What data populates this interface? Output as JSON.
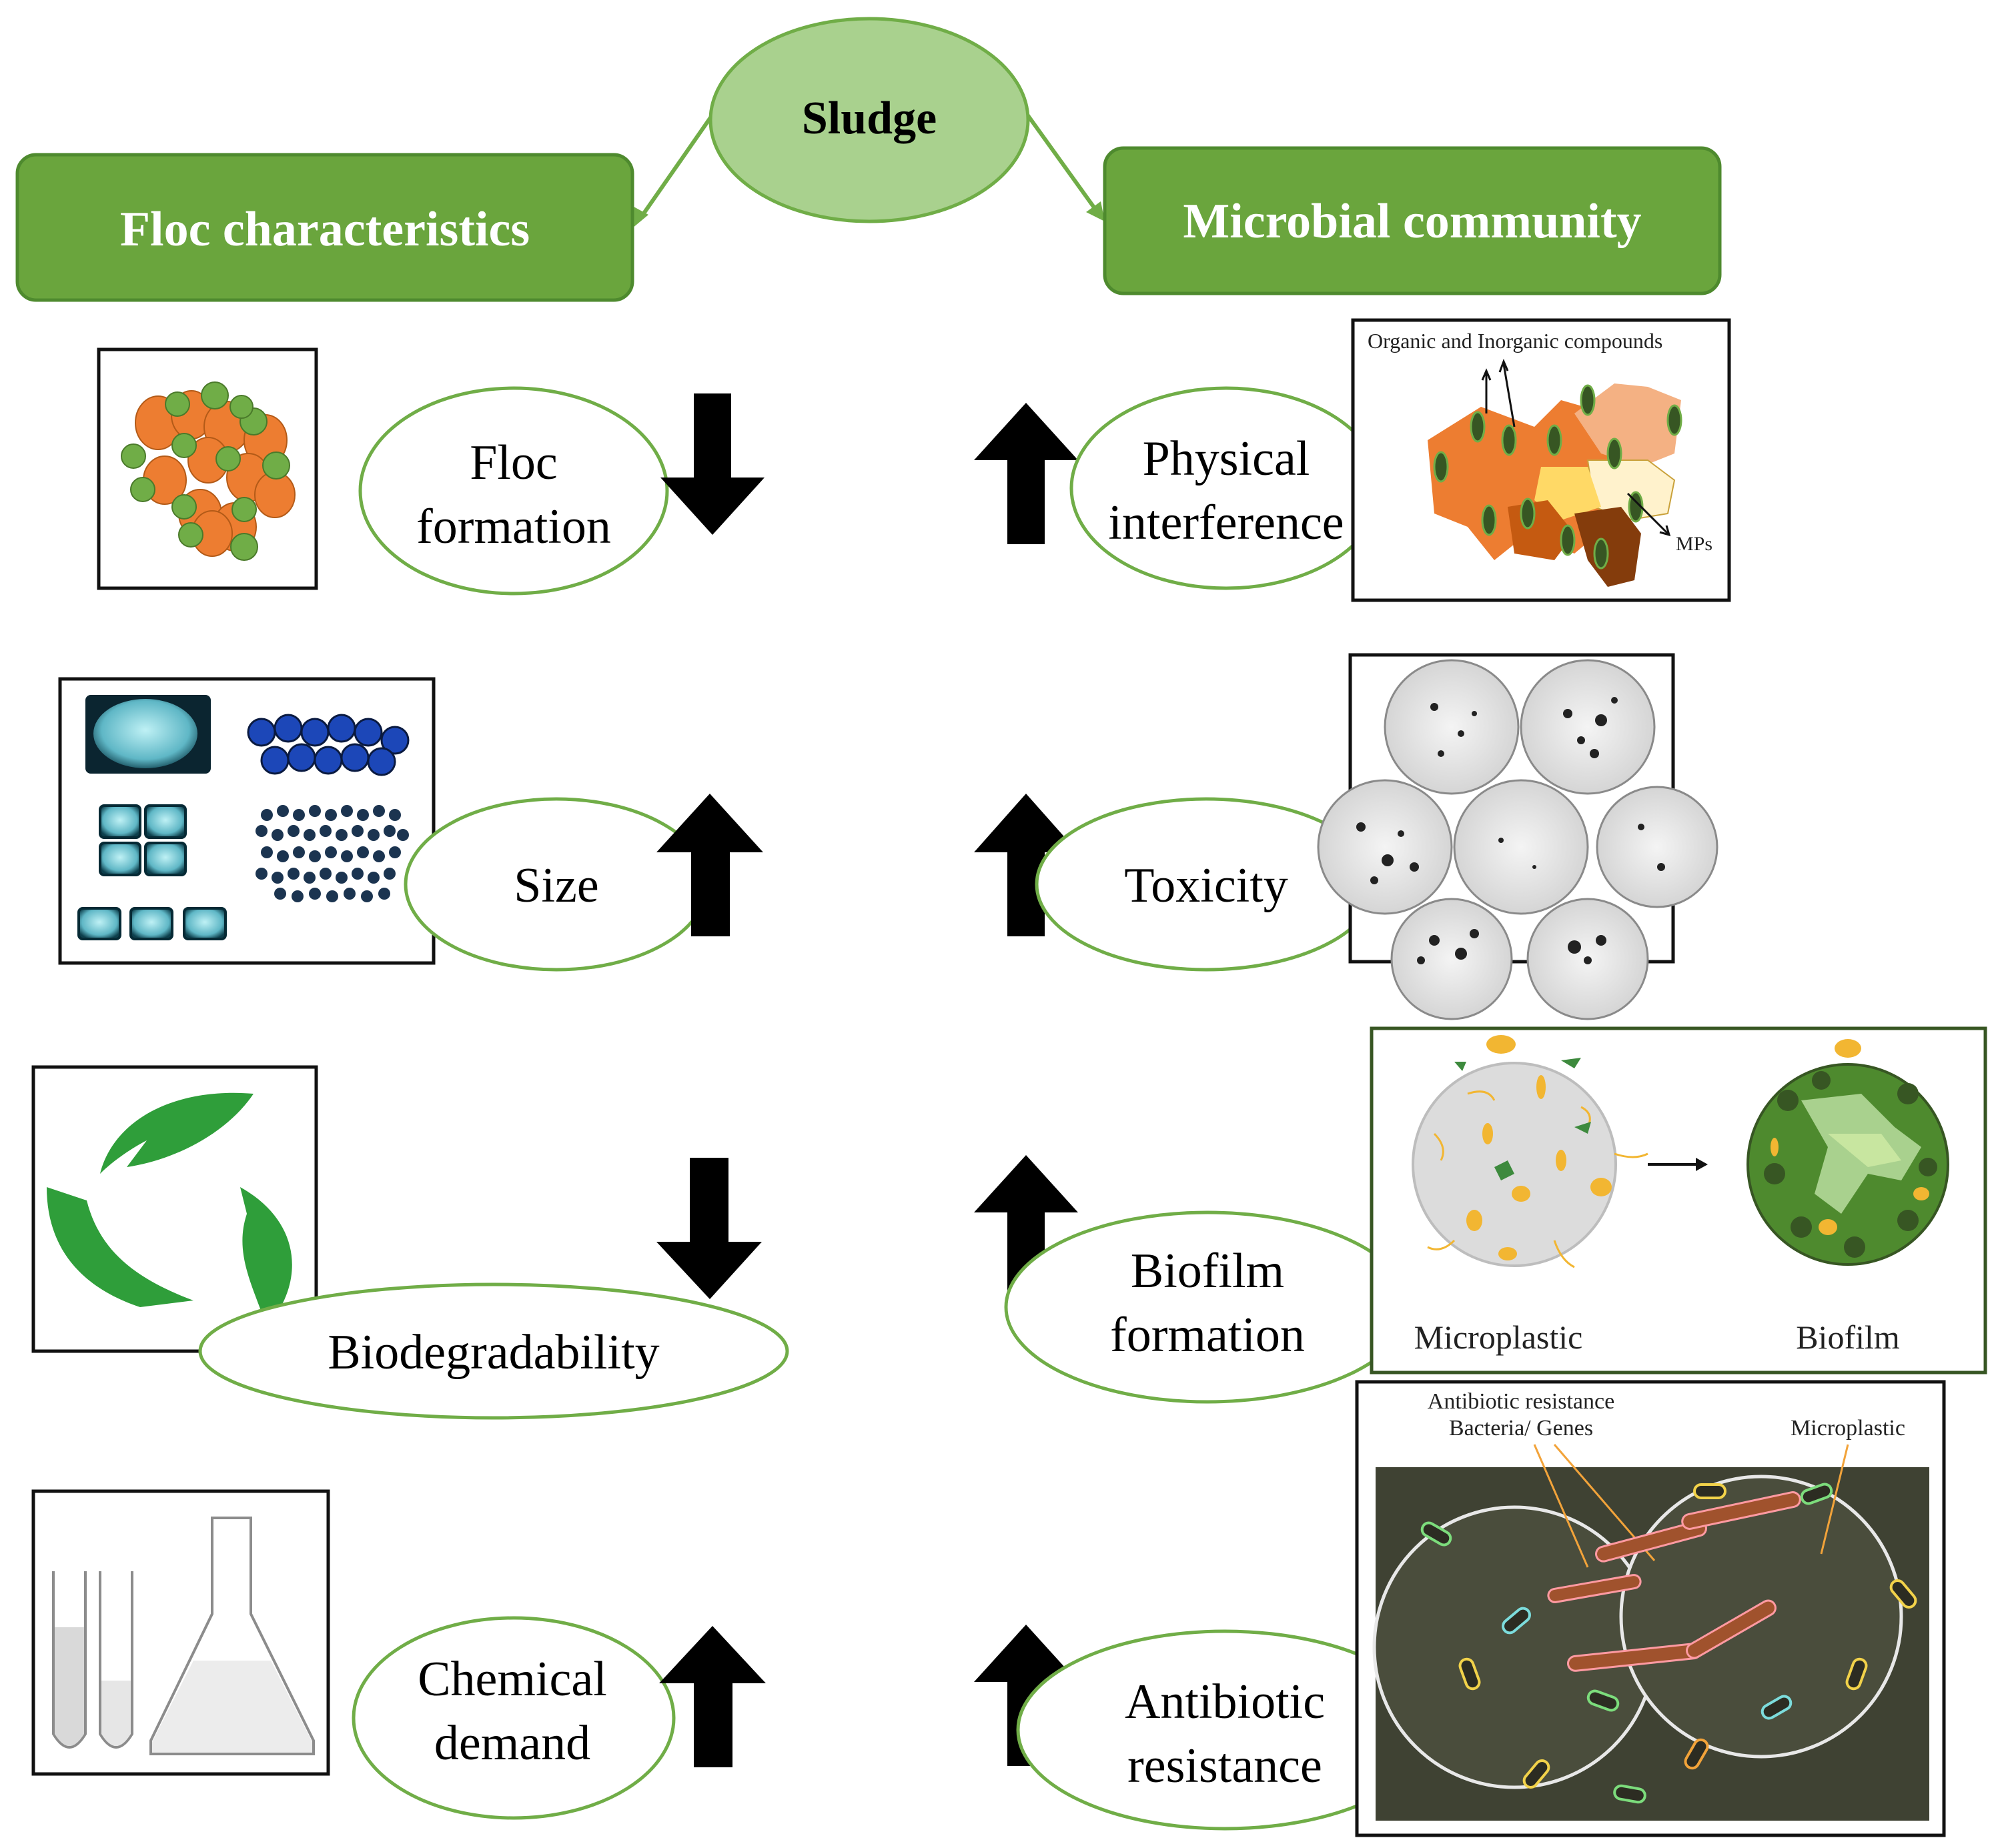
{
  "root": {
    "label": "Sludge"
  },
  "left_header": {
    "label": "Floc characteristics"
  },
  "right_header": {
    "label": "Microbial community"
  },
  "left_items": [
    {
      "line1": "Floc",
      "line2": "formation",
      "trend": "down"
    },
    {
      "line1": "Size",
      "line2": "",
      "trend": "up"
    },
    {
      "line1": "Biodegradability",
      "line2": "",
      "trend": "down"
    },
    {
      "line1": "Chemical",
      "line2": "demand",
      "trend": "up"
    }
  ],
  "right_items": [
    {
      "line1": "Physical",
      "line2": "interference",
      "trend": "up"
    },
    {
      "line1": "Toxicity",
      "line2": "",
      "trend": "up"
    },
    {
      "line1": "Biofilm",
      "line2": "formation",
      "trend": "up"
    },
    {
      "line1": "Antibiotic",
      "line2": "resistance",
      "trend": "up"
    }
  ],
  "images": {
    "physical": {
      "caption": "Organic and Inorganic compounds",
      "tag": "MPs"
    },
    "biofilm": {
      "left": "Microplastic",
      "right": "Biofilm"
    },
    "antibiotic": {
      "caption1": "Antibiotic resistance",
      "caption2": "Bacteria/ Genes",
      "caption3": "Microplastic"
    }
  },
  "colors": {
    "header_green": "#6aa53d",
    "header_border": "#4e8a2e",
    "root_fill": "#a9d18e",
    "ellipse_border": "#70ad47",
    "orange": "#ed7d31",
    "green_dot": "#70ad47"
  }
}
